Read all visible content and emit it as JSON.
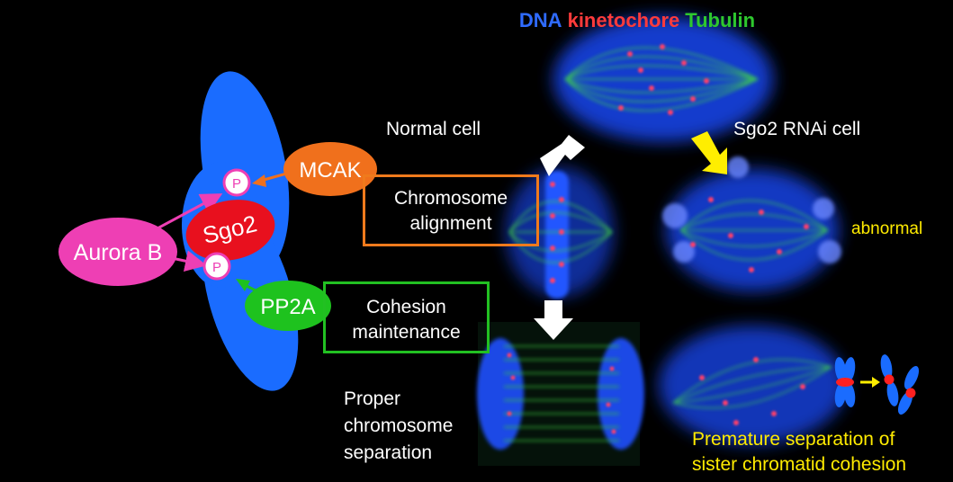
{
  "legend": {
    "dna": "DNA",
    "kinetochore": "kinetochore",
    "tubulin": "Tubulin",
    "colors": {
      "dna": "#1450e6",
      "kinetochore": "#ff3b3b",
      "tubulin": "#2ec82e"
    }
  },
  "molecules": {
    "aurora_b": "Aurora B",
    "sgo2": "Sgo2",
    "mcak": "MCAK",
    "pp2a": "PP2A",
    "phospho": "P",
    "colors": {
      "chromosome": "#1a6cff",
      "aurora_b": "#ee3fb4",
      "sgo2": "#e8101e",
      "mcak": "#f0701c",
      "pp2a": "#1ec21e",
      "phospho_ring": "#ee3fb4"
    }
  },
  "functions": {
    "alignment": {
      "line1": "Chromosome",
      "line2": "alignment",
      "border": "#f07a1c"
    },
    "cohesion": {
      "line1": "Cohesion",
      "line2": "maintenance",
      "border": "#22c022"
    }
  },
  "labels": {
    "normal": "Normal cell",
    "rnai": "Sgo2 RNAi cell",
    "abnormal": "abnormal",
    "proper_1": "Proper",
    "proper_2": "chromosome",
    "proper_3": "separation",
    "premature_1": "Premature separation of",
    "premature_2": "sister chromatid cohesion"
  },
  "arrows": {
    "normal_color": "#ffffff",
    "rnai_color": "#ffee00"
  }
}
